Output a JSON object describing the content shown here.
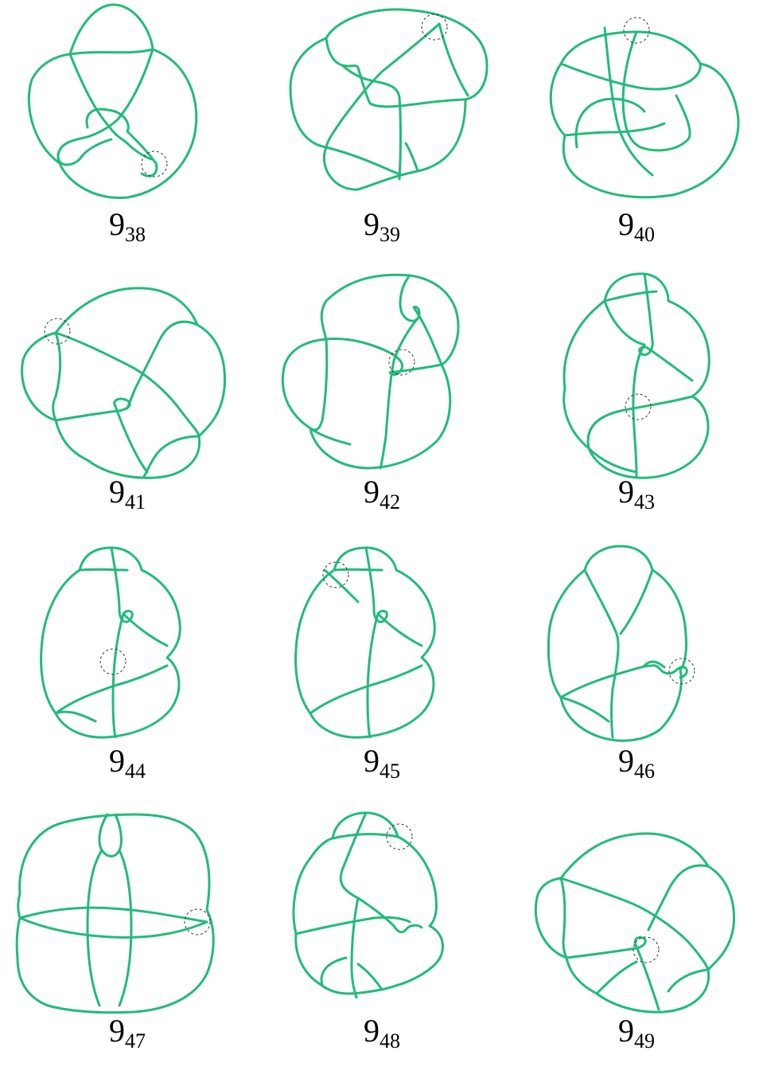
{
  "colors": {
    "strand": "#22bb7a",
    "marker": "#333333",
    "background": "#ffffff"
  },
  "knots": [
    {
      "main": "9",
      "sub": "38"
    },
    {
      "main": "9",
      "sub": "39"
    },
    {
      "main": "9",
      "sub": "40"
    },
    {
      "main": "9",
      "sub": "41"
    },
    {
      "main": "9",
      "sub": "42"
    },
    {
      "main": "9",
      "sub": "43"
    },
    {
      "main": "9",
      "sub": "44"
    },
    {
      "main": "9",
      "sub": "45"
    },
    {
      "main": "9",
      "sub": "46"
    },
    {
      "main": "9",
      "sub": "47"
    },
    {
      "main": "9",
      "sub": "48"
    },
    {
      "main": "9",
      "sub": "49"
    }
  ]
}
